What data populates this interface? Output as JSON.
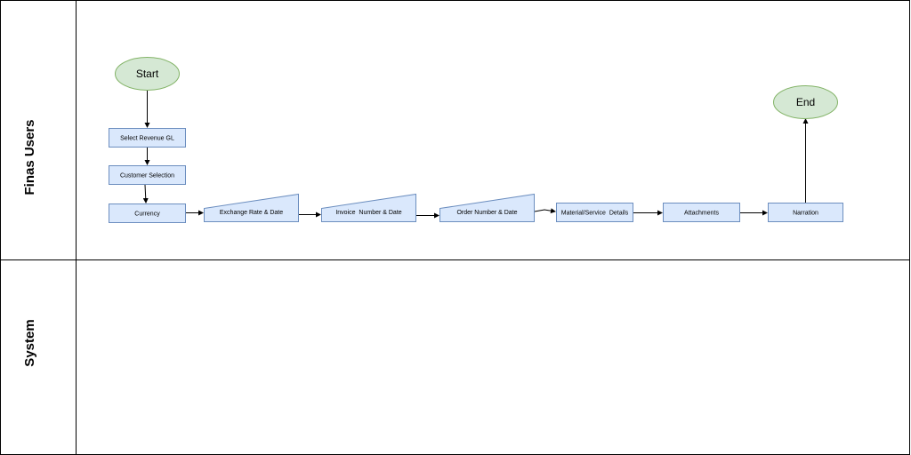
{
  "lanes": [
    {
      "label": "Finas Users"
    },
    {
      "label": "System"
    }
  ],
  "nodes": {
    "start": {
      "label": "Start"
    },
    "revenue_gl": {
      "label": "Select Revenue GL"
    },
    "customer": {
      "label": "Customer Selection"
    },
    "currency": {
      "label": "Currency"
    },
    "exchange": {
      "label": "Exchange Rate & Date"
    },
    "invoice": {
      "label": "Invoice  Number & Date"
    },
    "order": {
      "label": "Order Number & Date"
    },
    "material": {
      "label": "Material/Service  Details"
    },
    "attachments": {
      "label": "Attachments"
    },
    "narration": {
      "label": "Narration"
    },
    "end": {
      "label": "End"
    }
  },
  "colors": {
    "process_fill": "#dae8fc",
    "process_stroke": "#6c8ebf",
    "terminal_fill": "#d5e8d4",
    "terminal_stroke": "#82b366"
  }
}
